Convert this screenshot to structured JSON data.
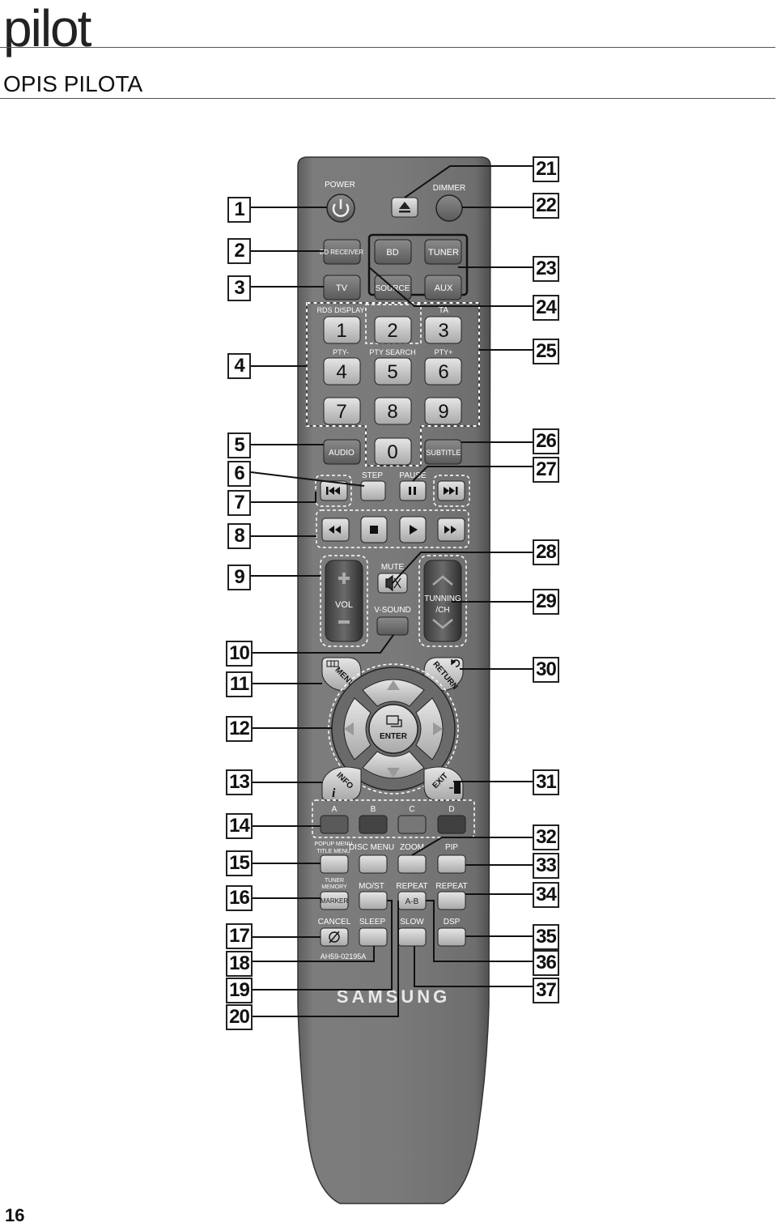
{
  "header": {
    "section_word": "pilot",
    "title": "OPIS PILOTA"
  },
  "page_number": "16",
  "remote": {
    "brand": "SAMSUNG",
    "model": "AH59-02195A",
    "labels": {
      "power": "POWER",
      "dimmer": "DIMMER",
      "bd_receiver": "BD RECEIVER",
      "bd": "BD",
      "tuner": "TUNER",
      "tv": "TV",
      "source": "SOURCE",
      "aux": "AUX",
      "rds_display": "RDS DISPLAY",
      "ta": "TA",
      "pty_minus": "PTY-",
      "pty_search": "PTY SEARCH",
      "pty_plus": "PTY+",
      "audio": "AUDIO",
      "subtitle": "SUBTITLE",
      "step": "STEP",
      "pause": "PAUSE",
      "mute": "MUTE",
      "vol": "VOL",
      "v_sound": "V-SOUND",
      "tuning": "TUNNING",
      "ch": "/CH",
      "menu": "MENU",
      "return": "RETURN",
      "enter": "ENTER",
      "info": "INFO",
      "exit": "EXIT",
      "color_a": "A",
      "color_b": "B",
      "color_c": "C",
      "color_d": "D",
      "popup_menu": "POPUP MENU",
      "title_menu": "TITLE MENU",
      "disc_menu": "DISC MENU",
      "zoom": "ZOOM",
      "pip": "PIP",
      "tuner_memory_1": "TUNER",
      "tuner_memory_2": "MEMORY",
      "marker": "MARKER",
      "mo_st": "MO/ST",
      "repeat": "REPEAT",
      "ab": "A-B",
      "repeat2": "REPEAT",
      "cancel": "CANCEL",
      "sleep": "SLEEP",
      "slow": "SLOW",
      "dsp": "DSP"
    },
    "digits": [
      "1",
      "2",
      "3",
      "4",
      "5",
      "6",
      "7",
      "8",
      "9",
      "0"
    ]
  },
  "callouts_left": [
    "1",
    "2",
    "3",
    "4",
    "5",
    "6",
    "7",
    "8",
    "9",
    "10",
    "11",
    "12",
    "13",
    "14",
    "15",
    "16",
    "17",
    "18",
    "19",
    "20"
  ],
  "callouts_right": [
    "21",
    "22",
    "23",
    "24",
    "25",
    "26",
    "27",
    "28",
    "29",
    "30",
    "31",
    "32",
    "33",
    "34",
    "35",
    "36",
    "37"
  ]
}
